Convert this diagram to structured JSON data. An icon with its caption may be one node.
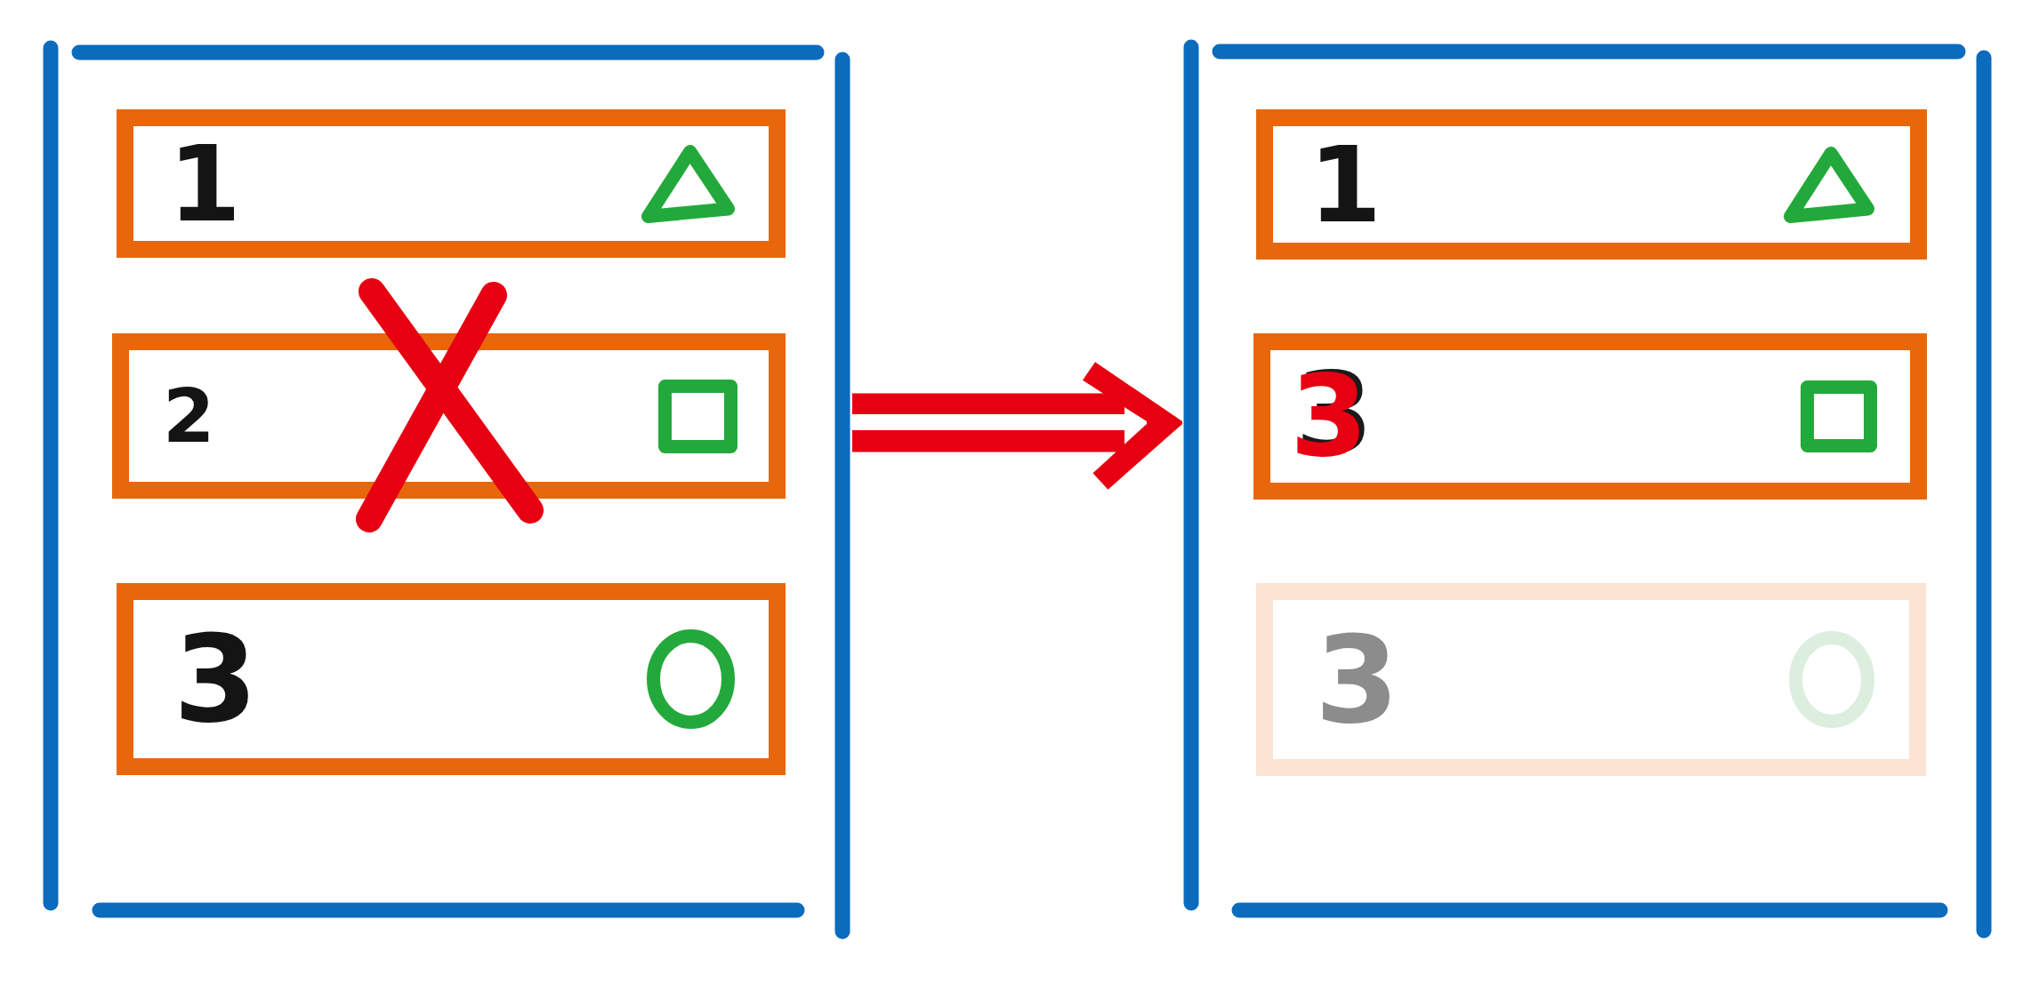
{
  "diagram": {
    "nodes": [
      {
        "text": [],
        "shape": "box"
      },
      {
        "text": [
          "1"
        ],
        "in": 0
      },
      {
        "text": [
          "2"
        ],
        "in": 0
      },
      {
        "text": [
          "3"
        ],
        "in": 0
      },
      {
        "text": [],
        "shape": "box"
      },
      {
        "text": [
          "1"
        ],
        "in": 4
      },
      {
        "text": [
          "3"
        ],
        "in": 4
      },
      {
        "text": [
          "3"
        ],
        "in": 4
      }
    ],
    "edges": [
      {
        "from": 0,
        "to": 4,
        "arrow": "to",
        "color": "#e60012"
      }
    ]
  }
}
